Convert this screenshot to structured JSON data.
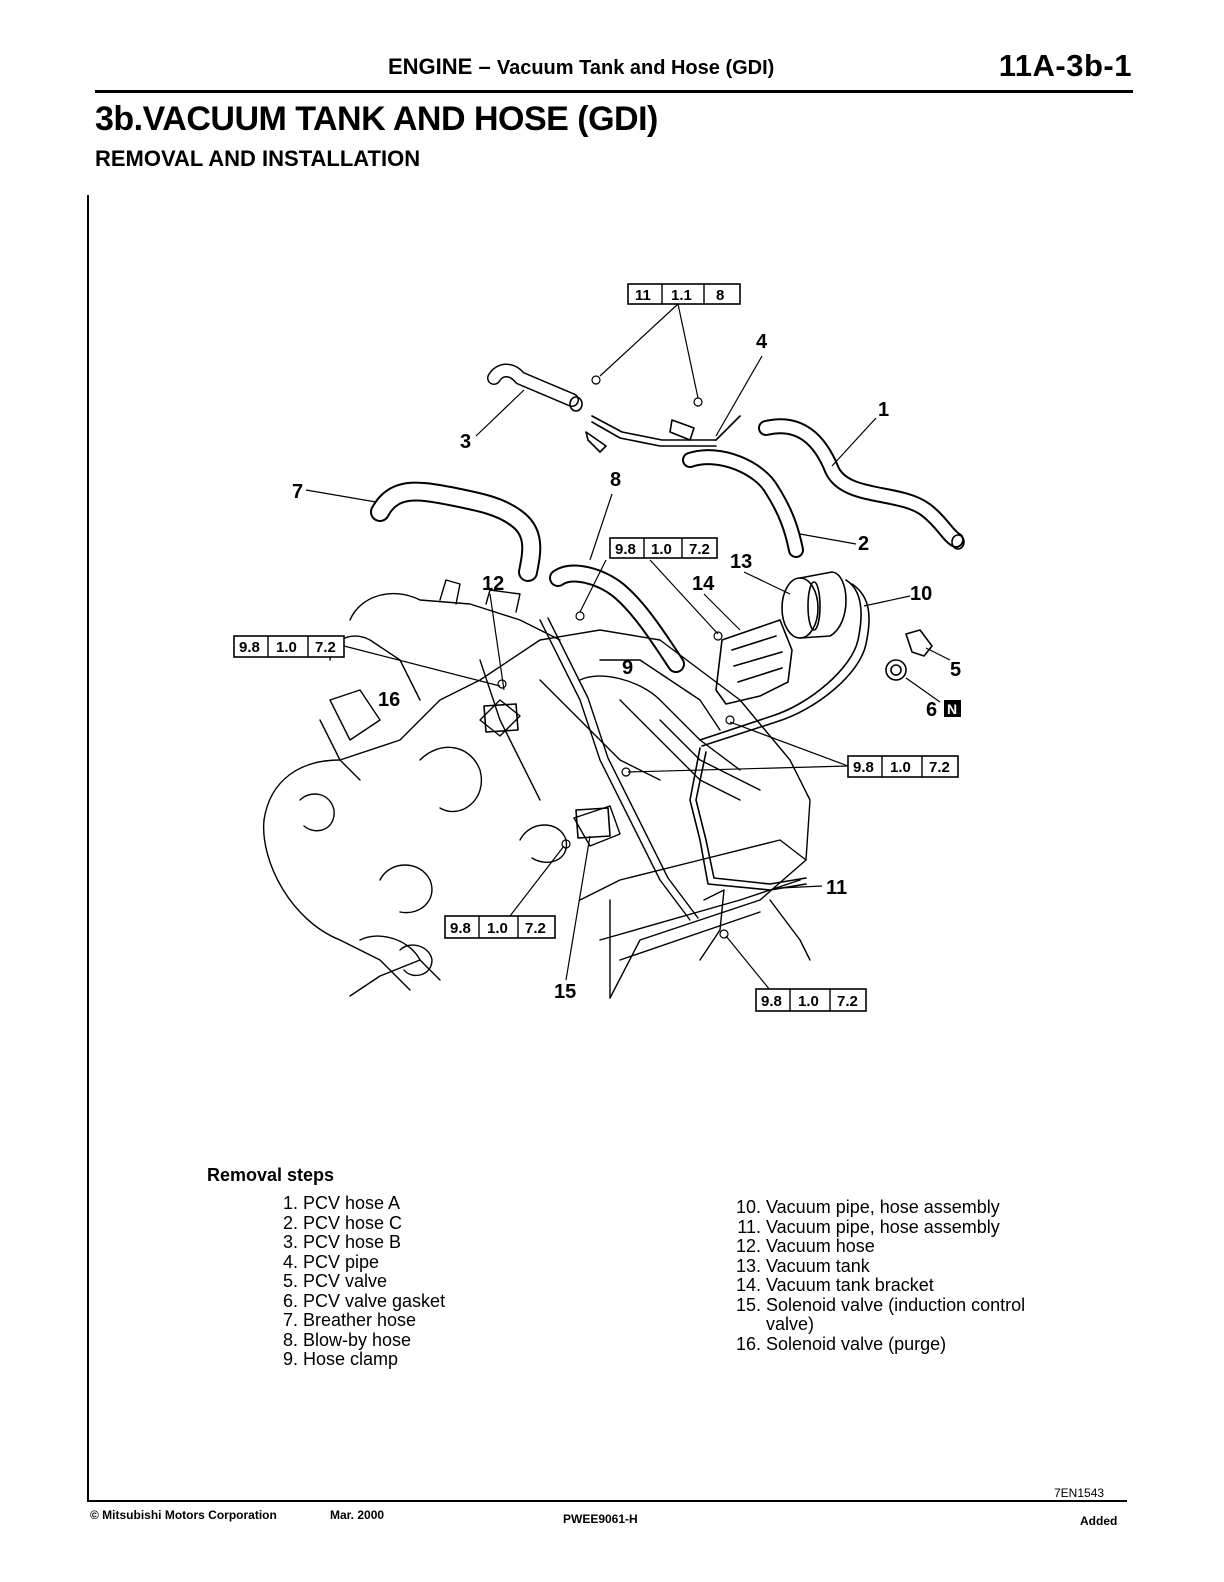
{
  "header": {
    "section": "ENGINE",
    "dash": "–",
    "subtitle": "Vacuum Tank and Hose (GDI)",
    "page_number": "11A-3b-1"
  },
  "title": "3b.VACUUM TANK AND HOSE (GDI)",
  "subtitle": "REMOVAL AND INSTALLATION",
  "figure": {
    "callouts": {
      "c1": "1",
      "c2": "2",
      "c3": "3",
      "c4": "4",
      "c5": "5",
      "c6": "6",
      "c6_badge": "N",
      "c7": "7",
      "c8": "8",
      "c9": "9",
      "c10": "10",
      "c11": "11",
      "c12": "12",
      "c13": "13",
      "c14": "14",
      "c15": "15",
      "c16": "16"
    },
    "torque_top": [
      "11",
      "1.1",
      "8"
    ],
    "torque_spec": [
      "9.8",
      "1.0",
      "7.2"
    ]
  },
  "removal_steps": {
    "title": "Removal steps",
    "items": [
      {
        "num": "1.",
        "text": "PCV hose A"
      },
      {
        "num": "2.",
        "text": "PCV hose C"
      },
      {
        "num": "3.",
        "text": "PCV hose B"
      },
      {
        "num": "4.",
        "text": "PCV pipe"
      },
      {
        "num": "5.",
        "text": "PCV valve"
      },
      {
        "num": "6.",
        "text": "PCV valve gasket"
      },
      {
        "num": "7.",
        "text": "Breather hose"
      },
      {
        "num": "8.",
        "text": "Blow-by hose"
      },
      {
        "num": "9.",
        "text": "Hose clamp"
      },
      {
        "num": "10.",
        "text": "Vacuum pipe, hose assembly"
      },
      {
        "num": "11.",
        "text": "Vacuum pipe, hose assembly"
      },
      {
        "num": "12.",
        "text": "Vacuum hose"
      },
      {
        "num": "13.",
        "text": "Vacuum tank"
      },
      {
        "num": "14.",
        "text": "Vacuum tank bracket"
      },
      {
        "num": "15.",
        "text": "Solenoid valve (induction control valve)"
      },
      {
        "num": "16.",
        "text": "Solenoid valve (purge)"
      }
    ]
  },
  "figure_code": "7EN1543",
  "footer": {
    "copyright": "© Mitsubishi Motors Corporation",
    "date": "Mar. 2000",
    "doc_number": "PWEE9061-H",
    "status": "Added"
  }
}
